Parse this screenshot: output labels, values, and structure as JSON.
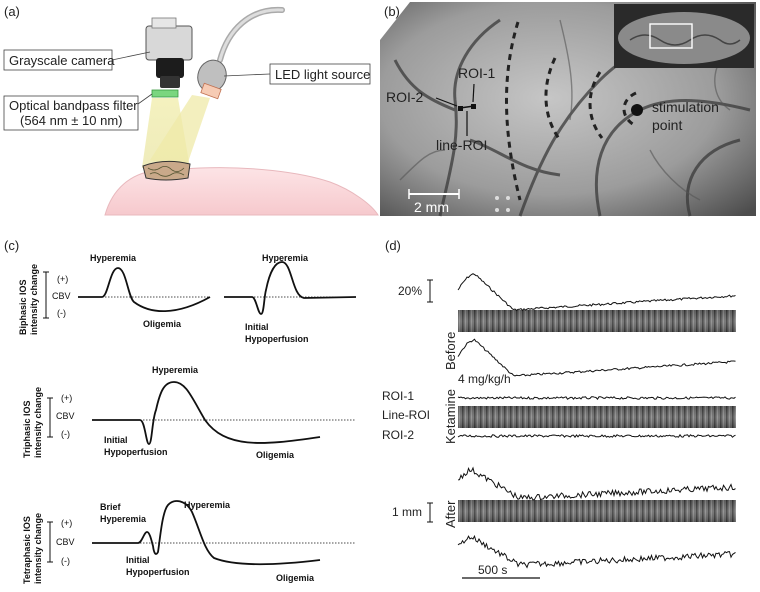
{
  "panels": {
    "a": {
      "label": "(a)",
      "camera": "Grayscale camera",
      "filter_line1": "Optical bandpass filter",
      "filter_line2": "(564 nm ± 10 nm)",
      "led": "LED light source"
    },
    "b": {
      "label": "(b)",
      "roi1": "ROI-1",
      "roi2": "ROI-2",
      "line_roi": "line-ROI",
      "stimulation_line1": "stimulation",
      "stimulation_line2": "point",
      "scale": "2 mm"
    },
    "c": {
      "label": "(c)",
      "biphasic_axis": "Biphasic IOS",
      "biphasic_axis2": "intensity change",
      "triphasic_axis": "Triphasic IOS",
      "triphasic_axis2": "intensity change",
      "tetraphasic_axis": "Tetraphasic IOS",
      "tetraphasic_axis2": "intensity change",
      "plus": "(+)",
      "minus": "(-)",
      "cbv": "CBV",
      "hyperemia": "Hyperemia",
      "oligemia": "Oligemia",
      "initial": "Initial",
      "hypoperfusion": "Hypoperfusion",
      "brief": "Brief",
      "brief_hyperemia": "Hyperemia"
    },
    "d": {
      "label": "(d)",
      "scale_pct": "20%",
      "before": "Before",
      "dose": "4 mg/kg/h",
      "ketamine": "Ketamine",
      "roi1": "ROI-1",
      "line_roi": "Line-ROI",
      "roi2": "ROI-2",
      "after": "After",
      "scale_mm": "1 mm",
      "scale_time": "500 s"
    }
  }
}
